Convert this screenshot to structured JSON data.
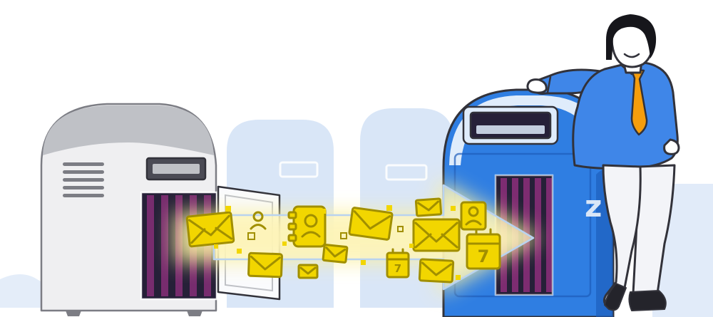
{
  "illustration": {
    "title": "Email data migration illustration",
    "scene": "A stream of yellow email, contact and calendar icons flows in a glowing arrow from an open gray mailbox into a blue mailbox while a man leans against the blue mailbox",
    "calendar_day": "7",
    "watermark_letter": "z",
    "icons": [
      "envelope-icon",
      "contacts-book-icon",
      "calendar-icon",
      "person-icon"
    ],
    "colors": {
      "background": "#ffffff",
      "silhouette": "#d9e6f7",
      "gray_light": "#efeff1",
      "gray_mid": "#bfc1c6",
      "gray_dark": "#7c7d84",
      "ink": "#32323a",
      "slot": "#4b4b55",
      "interior": "#262038",
      "stripe": "#933080",
      "door": "#fafbfd",
      "blue": "#2f7ee2",
      "blue_dark": "#1c5cba",
      "blue_pale": "#dfecfb",
      "arrow_line": "#b9d3ef",
      "arrow_fill": "#fff6c4",
      "glow": "#faf0a0",
      "yellow": "#f2d600",
      "yellow_dark": "#a18f00",
      "skin": "#ffffff",
      "hair": "#16161b",
      "shirt": "#3f86e8",
      "tie": "#f59d0c",
      "pants": "#f3f4f8",
      "shoe": "#24242b"
    }
  }
}
